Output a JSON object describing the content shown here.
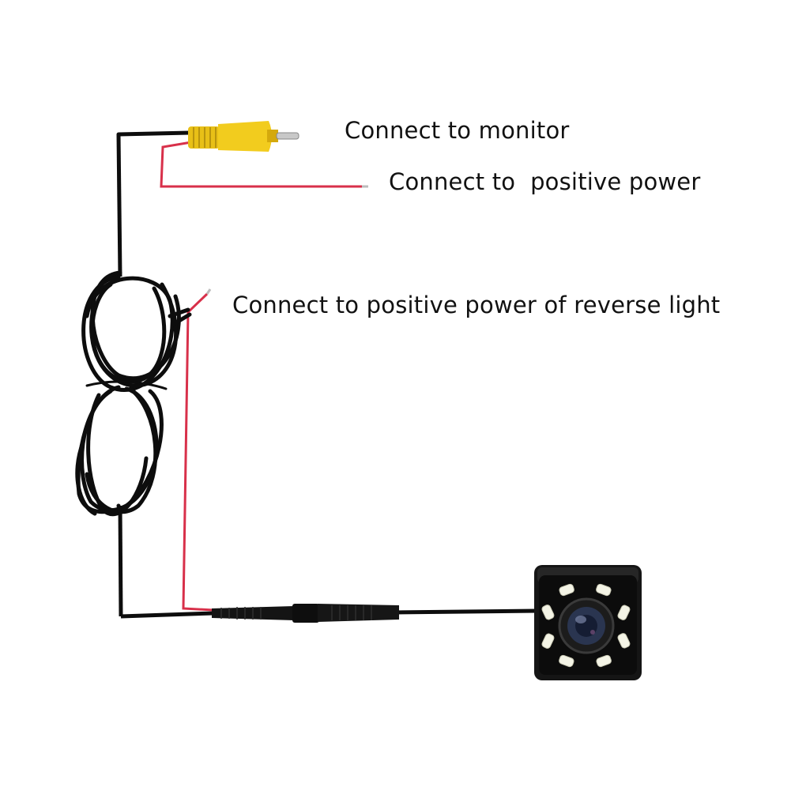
{
  "labels": {
    "monitor": "Connect to monitor",
    "positive_power": "Connect to  positive power",
    "reverse_light": "Connect to positive power of reverse light"
  },
  "colors": {
    "background": "#ffffff",
    "cable": "#0d0d0d",
    "power_wire": "#d8304a",
    "rca_plug": "#f2cc1e",
    "rca_tip": "#c8c8c8",
    "camera_body": "#151515",
    "led": "#f4f4e6",
    "lens": "#2a3550"
  },
  "components": {
    "rca_plug": "rca-plug-icon",
    "cable_coil": "cable-coil-icon",
    "inline_connector": "inline-connector-icon",
    "camera": "backup-camera-icon"
  }
}
